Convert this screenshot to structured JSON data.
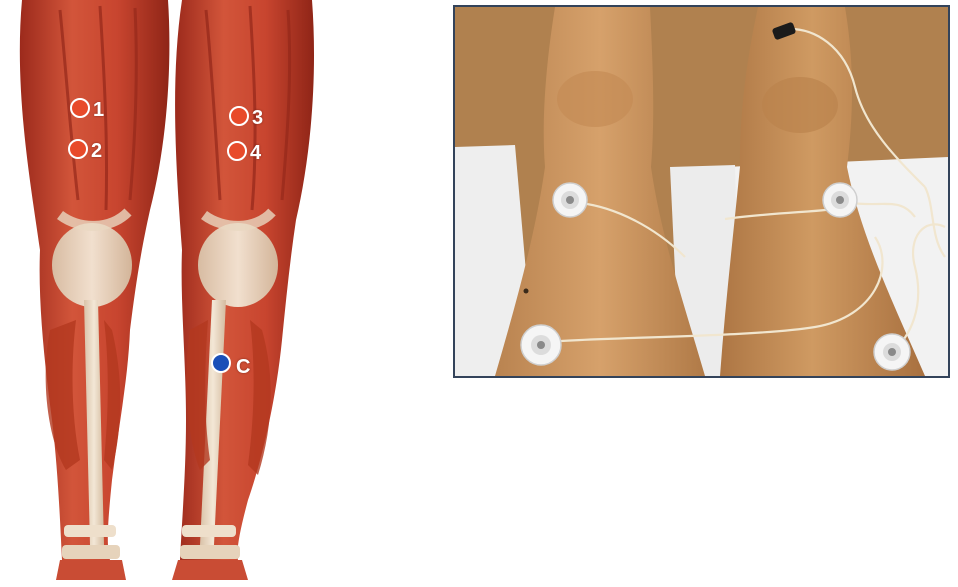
{
  "left_panel": {
    "description_hidden": "",
    "markers": [
      {
        "label": "1",
        "kind": "recording"
      },
      {
        "label": "2",
        "kind": "recording"
      },
      {
        "label": "3",
        "kind": "recording"
      },
      {
        "label": "4",
        "kind": "recording"
      },
      {
        "label": "C",
        "kind": "reference"
      }
    ],
    "colors": {
      "muscle": "#c8452f",
      "muscle_dark": "#9c2a1c",
      "tendon": "#e9d9c4",
      "recording_marker": "#e84a2a",
      "reference_marker": "#1a4fb8"
    }
  },
  "right_panel": {
    "colors": {
      "skin": "#c9945f",
      "background_wall": "#b0814f",
      "sheet": "#f2f2f2",
      "frame": "#33435a",
      "electrode": "#f4f4f4",
      "cable": "#f1e6cf"
    }
  }
}
